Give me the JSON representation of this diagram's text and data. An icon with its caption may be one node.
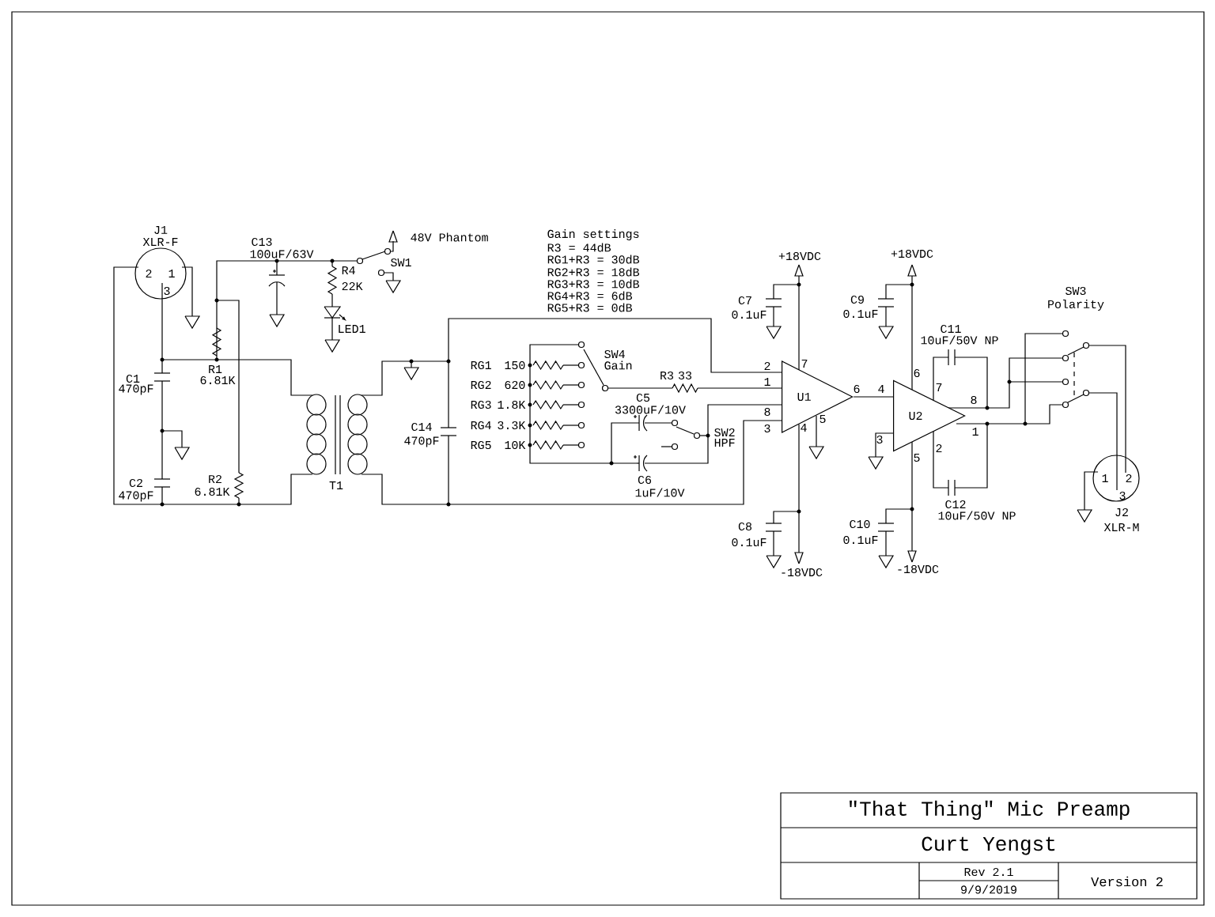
{
  "diagram": {
    "title": "\"That Thing\" Mic Preamp",
    "nodes": [
      {
        "text": [
          "U1"
        ]
      },
      {
        "text": [
          "U2"
        ]
      }
    ],
    "edges": [
      {
        "from": 0,
        "to": 1,
        "arrow": "none"
      }
    ],
    "labels": [
      "J1",
      "XLR-F",
      "2",
      "1",
      "3",
      "C13",
      "100uF/63V",
      "48V Phantom",
      "SW1",
      "R4",
      "22K",
      "LED1",
      "C1",
      "470pF",
      "R1",
      "6.81K",
      "C2",
      "470pF",
      "R2",
      "6.81K",
      "T1",
      "C14",
      "470pF",
      "Gain settings",
      "R3 = 44dB",
      "RG1+R3 = 30dB",
      "RG2+R3 = 18dB",
      "RG3+R3 = 10dB",
      "RG4+R3 = 6dB",
      "RG5+R3 = 0dB",
      "RG1",
      "150",
      "RG2",
      "620",
      "RG3",
      "1.8K",
      "RG4",
      "3.3K",
      "RG5",
      "10K",
      "SW4",
      "Gain",
      "R3",
      "33",
      "C5",
      "3300uF/10V",
      "SW2",
      "HPF",
      "C6",
      "1uF/10V",
      "2",
      "1",
      "8",
      "3",
      "7",
      "6",
      "5",
      "4",
      "+18VDC",
      "C7",
      "0.1uF",
      "C8",
      "0.1uF",
      "-18VDC",
      "4",
      "6",
      "7",
      "8",
      "3",
      "1",
      "2",
      "5",
      "+18VDC",
      "C9",
      "0.1uF",
      "C10",
      "0.1uF",
      "-18VDC",
      "C11",
      "10uF/50V NP",
      "C12",
      "10uF/50V NP",
      "SW3",
      "Polarity",
      "1",
      "2",
      "3",
      "J2",
      "XLR-M",
      "Curt Yengst",
      "Rev 2.1",
      "9/9/2019",
      "Version 2"
    ]
  }
}
